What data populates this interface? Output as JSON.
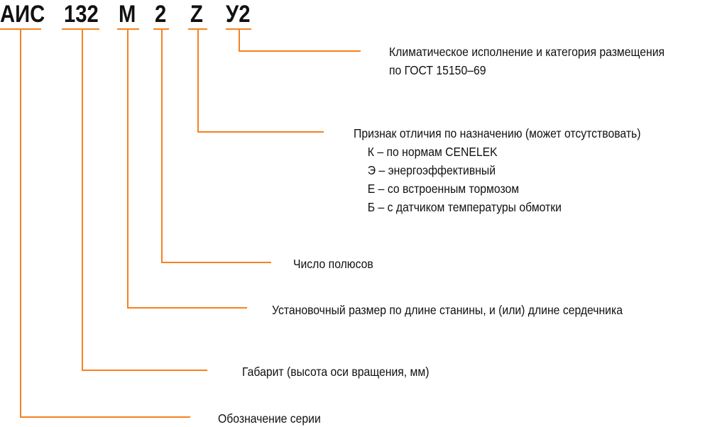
{
  "accent_color": "#f5821f",
  "code_parts": [
    {
      "id": "series",
      "text": "АИС"
    },
    {
      "id": "frame",
      "text": "132"
    },
    {
      "id": "length",
      "text": "M"
    },
    {
      "id": "poles",
      "text": "2"
    },
    {
      "id": "feature",
      "text": "Z"
    },
    {
      "id": "climate",
      "text": "У2"
    }
  ],
  "descriptions": {
    "climate": {
      "lines": [
        "Климатическое исполнение и категория размещения",
        "по ГОСТ 15150–69"
      ]
    },
    "feature": {
      "title": "Признак отличия по назначению (может отсутствовать)",
      "options": [
        "К – по нормам CENELEK",
        "Э – энергоэффективный",
        "Е – со встроенным тормозом",
        "Б – с датчиком температуры обмотки"
      ]
    },
    "poles": {
      "text": "Число полюсов"
    },
    "length": {
      "text": "Установочный размер по длине станины, и (или) длине сердечника"
    },
    "frame": {
      "text": "Габарит (высота оси вращения, мм)"
    },
    "series": {
      "text": "Обозначение серии"
    }
  }
}
